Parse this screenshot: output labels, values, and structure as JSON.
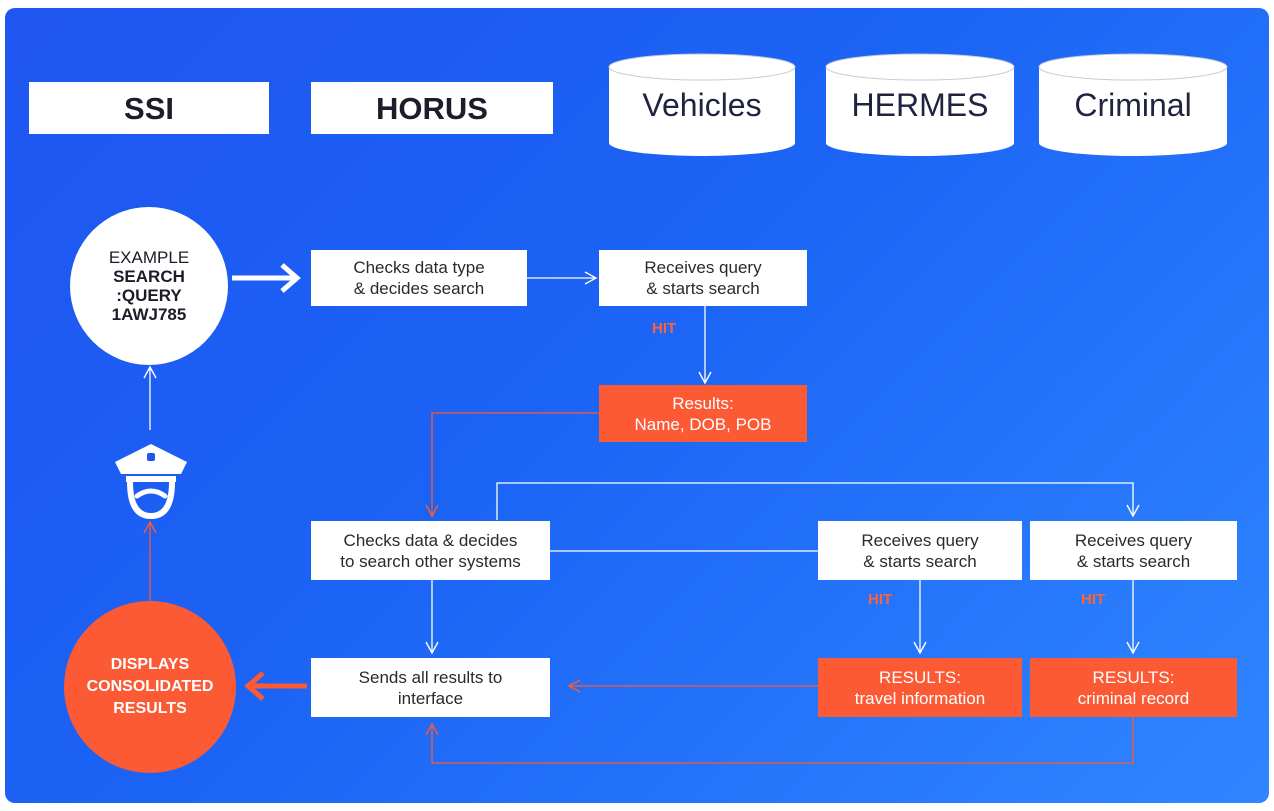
{
  "systems": {
    "ssi": "SSI",
    "horus": "HORUS",
    "databases": [
      "Vehicles",
      "HERMES",
      "Criminal"
    ]
  },
  "query": {
    "line1": "EXAMPLE",
    "line2": "SEARCH",
    "line3": ":QUERY",
    "line4": "1AWJ785"
  },
  "steps": {
    "ssi_check_type": "Checks data type\n& decides search",
    "ssi_check_other": "Checks data & decides\nto search other systems",
    "ssi_send": "Sends all results to\ninterface",
    "vehicles_receive": "Receives query\n& starts search",
    "hermes_receive": "Receives query\n& starts search",
    "criminal_receive": "Receives query\n& starts search"
  },
  "hits": {
    "vehicles": "HIT",
    "hermes": "HIT",
    "criminal": "HIT"
  },
  "results": {
    "vehicles": "Results:\nName, DOB, POB",
    "hermes": "RESULTS:\ntravel information",
    "criminal": "RESULTS:\ncriminal record"
  },
  "consolidated": "DISPLAYS\nCONSOLIDATED\nRESULTS",
  "icons": {
    "officer": "police-officer-icon",
    "database": "database-cylinder-icon"
  },
  "colors": {
    "background": "#1f55f0",
    "accent_orange": "#fb5a35",
    "hit_text": "#ff6238",
    "box": "#ffffff"
  }
}
